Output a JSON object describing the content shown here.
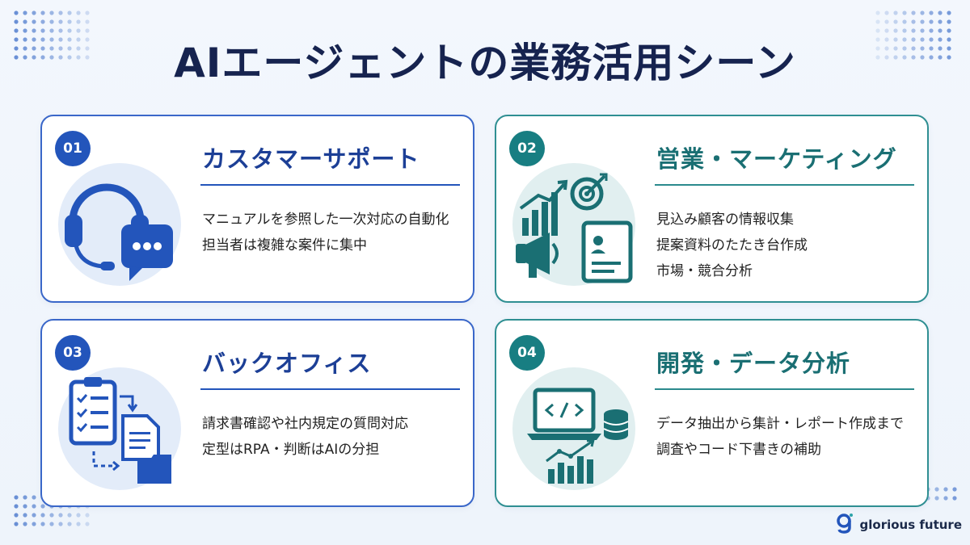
{
  "page": {
    "title": "AIエージェントの業務活用シーン",
    "brand": "glorious future"
  },
  "colors": {
    "navy": "#16234f",
    "blue": "#2355bb",
    "teal": "#187e82"
  },
  "cards": [
    {
      "number": "01",
      "title": "カスタマーサポート",
      "icon": "headset-chat-icon",
      "lines": [
        "マニュアルを参照した一次対応の自動化",
        "担当者は複雑な案件に集中"
      ]
    },
    {
      "number": "02",
      "title": "営業・マーケティング",
      "icon": "marketing-icon",
      "lines": [
        "見込み顧客の情報収集",
        "提案資料のたたき台作成",
        "市場・競合分析"
      ]
    },
    {
      "number": "03",
      "title": "バックオフィス",
      "icon": "checklist-docs-icon",
      "lines": [
        "請求書確認や社内規定の質問対応",
        "定型はRPA・判断はAIの分担"
      ]
    },
    {
      "number": "04",
      "title": "開発・データ分析",
      "icon": "code-data-icon",
      "lines": [
        "データ抽出から集計・レポート作成まで",
        "調査やコード下書きの補助"
      ]
    }
  ]
}
